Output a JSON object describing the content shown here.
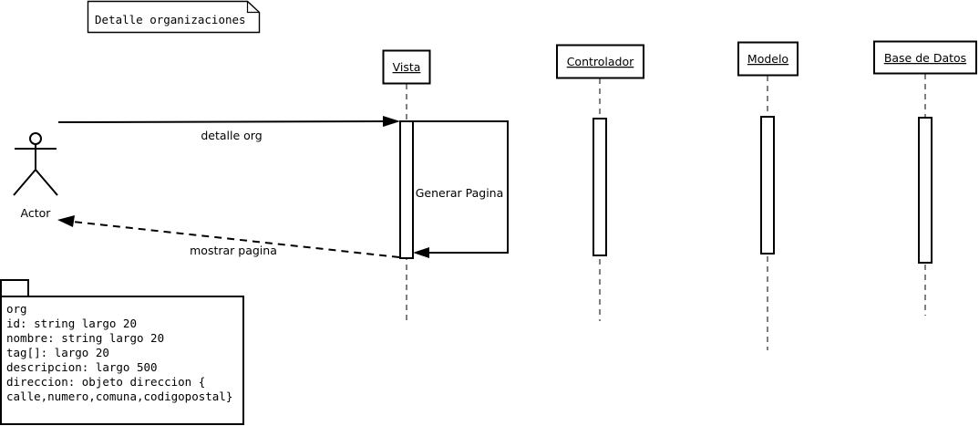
{
  "note": {
    "title": "Detalle organizaciones"
  },
  "actor": {
    "name": "Actor"
  },
  "lifelines": {
    "vista": "Vista",
    "controlador": "Controlador",
    "modelo": "Modelo",
    "base_datos": "Base de Datos"
  },
  "messages": {
    "detalle": "detalle org",
    "generar": "Generar Pagina",
    "mostrar": "mostrar pagina"
  },
  "package": {
    "lines": [
      "org",
      "id: string largo 20",
      "nombre: string largo 20",
      "tag[]: largo 20",
      "descripcion: largo 500",
      "direccion: objeto direccion {",
      "calle,numero,comuna,codigopostal}"
    ]
  },
  "colors": {
    "stroke": "#000000",
    "background": "#ffffff"
  }
}
